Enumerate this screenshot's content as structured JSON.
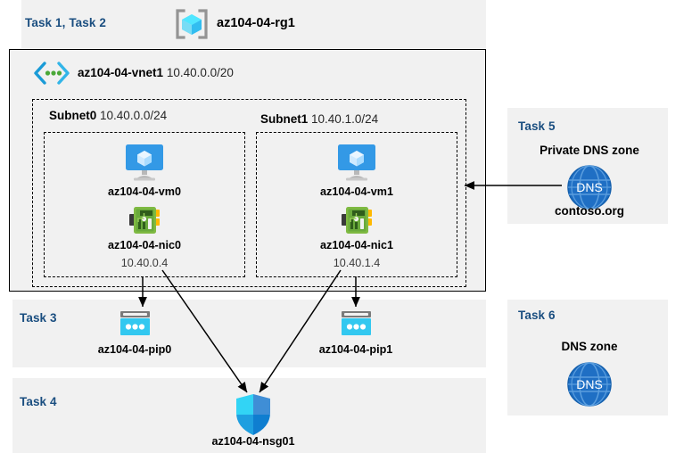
{
  "diagram": {
    "title": "Azure AZ-104-04 lab architecture diagram",
    "colors": {
      "panel_bg": "#f1f1f1",
      "page_bg": "#ffffff",
      "task_label": "#1a4e80",
      "border": "#000000",
      "vm_icon": "#3399e6",
      "nic_icon": "#6aaa3c",
      "pip_icon": "#32c8f0",
      "nsg_icon": "#32bdf0",
      "dns_icon": "#1f6fc4",
      "rg_icon": "#50e6ff",
      "vnet_icon": "#32b5e8",
      "arrow": "#000000"
    }
  },
  "header": {
    "task_label": "Task 1, Task 2",
    "rg_icon": "resource-group-icon",
    "rg_name": "az104-04-rg1"
  },
  "vnet": {
    "icon": "virtual-network-icon",
    "name": "az104-04-vnet1",
    "cidr": "10.40.0.0/20"
  },
  "subnets": [
    {
      "name": "Subnet0",
      "cidr": "10.40.0.0/24",
      "vm": {
        "icon": "virtual-machine-icon",
        "label": "az104-04-vm0"
      },
      "nic": {
        "icon": "network-interface-icon",
        "label": "az104-04-nic0",
        "ip": "10.40.0.4"
      }
    },
    {
      "name": "Subnet1",
      "cidr": "10.40.1.0/24",
      "vm": {
        "icon": "virtual-machine-icon",
        "label": "az104-04-vm1"
      },
      "nic": {
        "icon": "network-interface-icon",
        "label": "az104-04-nic1",
        "ip": "10.40.1.4"
      }
    }
  ],
  "task3": {
    "task_label": "Task 3",
    "pip0": {
      "icon": "public-ip-address-icon",
      "label": "az104-04-pip0"
    },
    "pip1": {
      "icon": "public-ip-address-icon",
      "label": "az104-04-pip1"
    }
  },
  "task4": {
    "task_label": "Task 4",
    "nsg": {
      "icon": "network-security-group-icon",
      "label": "az104-04-nsg01"
    }
  },
  "task5": {
    "task_label": "Task 5",
    "heading": "Private DNS zone",
    "icon": "dns-zone-icon",
    "icon_text": "DNS",
    "zone_name": "contoso.org"
  },
  "task6": {
    "task_label": "Task 6",
    "heading": "DNS zone",
    "icon": "dns-zone-icon",
    "icon_text": "DNS"
  }
}
